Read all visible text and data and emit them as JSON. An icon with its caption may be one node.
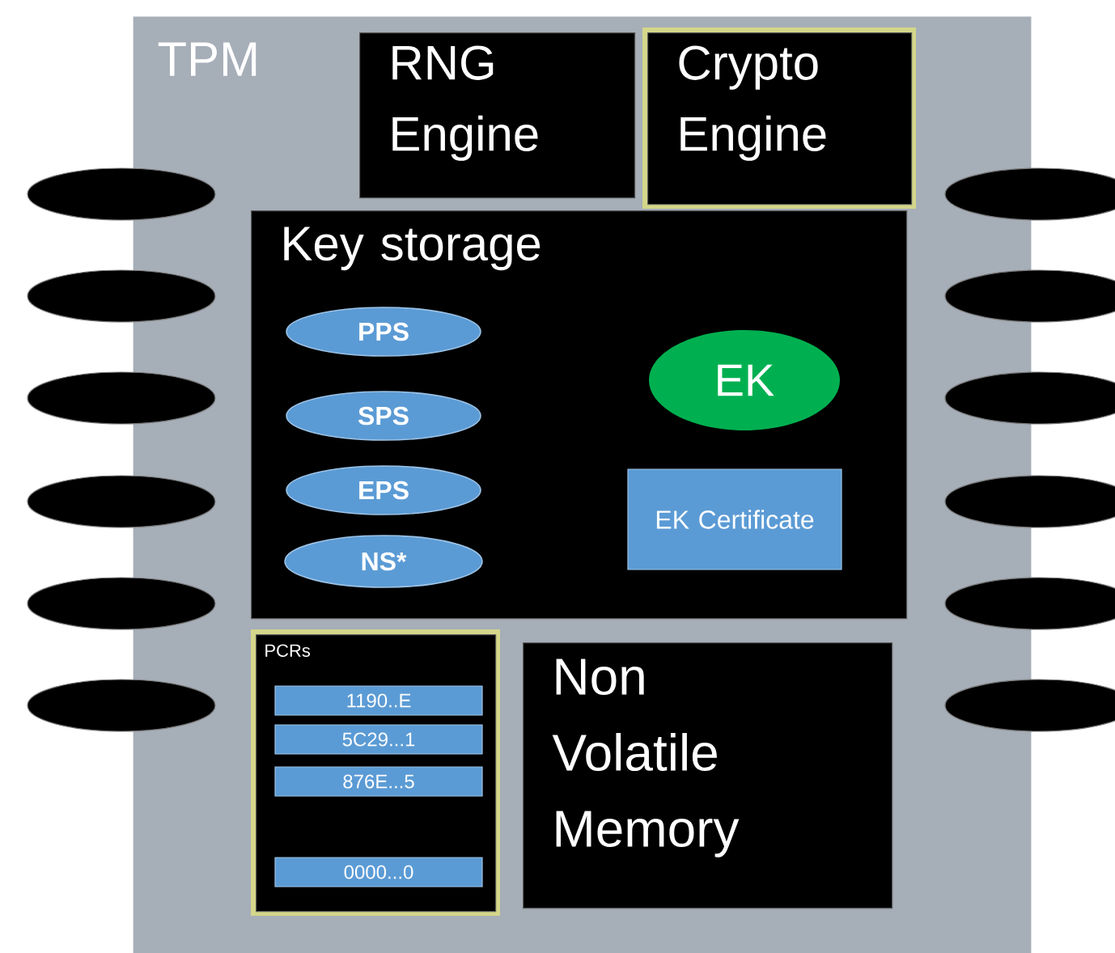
{
  "diagram": {
    "nodes": [
      {
        "text": [
          "TPM"
        ]
      },
      {
        "text": [
          "RNG Engine"
        ],
        "in": 0
      },
      {
        "text": [
          "Crypto Engine"
        ],
        "in": 0
      },
      {
        "text": [
          "Key storage"
        ],
        "in": 0
      },
      {
        "text": [
          "PPS"
        ],
        "in": 3
      },
      {
        "text": [
          "SPS"
        ],
        "in": 3
      },
      {
        "text": [
          "EPS"
        ],
        "in": 3
      },
      {
        "text": [
          "NS*"
        ],
        "in": 3
      },
      {
        "text": [
          "EK"
        ],
        "in": 3
      },
      {
        "text": [
          "EK Certificate"
        ],
        "in": 3
      },
      {
        "text": [
          "PCRs"
        ],
        "in": 0
      },
      {
        "text": [
          "1190..E"
        ],
        "in": 10
      },
      {
        "text": [
          "5C29...1"
        ],
        "in": 10
      },
      {
        "text": [
          "876E...5"
        ],
        "in": 10
      },
      {
        "text": [
          "0000...0"
        ],
        "in": 10
      },
      {
        "text": [
          "Non Volatile Memory"
        ],
        "in": 0
      },
      {
        "text": [],
        "shape": "ellipse"
      },
      {
        "text": [],
        "shape": "ellipse"
      },
      {
        "text": [],
        "shape": "ellipse"
      },
      {
        "text": [],
        "shape": "ellipse"
      },
      {
        "text": [],
        "shape": "ellipse"
      },
      {
        "text": [],
        "shape": "ellipse"
      },
      {
        "text": [],
        "shape": "ellipse"
      },
      {
        "text": [],
        "shape": "ellipse"
      },
      {
        "text": [],
        "shape": "ellipse"
      },
      {
        "text": [],
        "shape": "ellipse"
      },
      {
        "text": [],
        "shape": "ellipse"
      },
      {
        "text": [],
        "shape": "ellipse"
      }
    ]
  }
}
